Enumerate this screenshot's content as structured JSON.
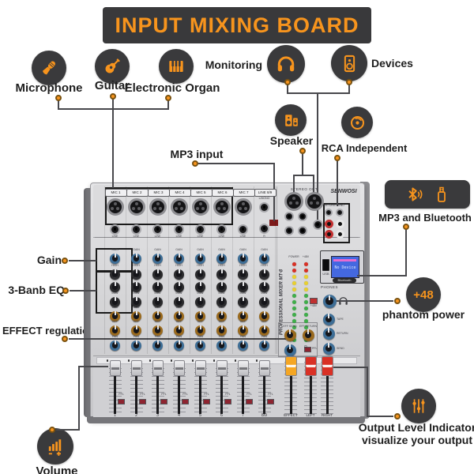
{
  "title": "INPUT MIXING BOARD",
  "colors": {
    "accent": "#F7941D",
    "badge_bg": "#3A3A3C",
    "connector_line": "#48484C",
    "knob_blue": "#3E6E96",
    "knob_black": "#2A2A2C",
    "knob_orange": "#9A6A1E",
    "fader_effect": "#F5A623",
    "fader_main": "#D93025",
    "led_green": "#3FAE4A",
    "led_yellow": "#E8D030",
    "led_red": "#D93025",
    "lcd_bg": "#4468E0",
    "lcd_bar": "#E86AD0"
  },
  "callouts": {
    "microphone": "Microphone",
    "guitar": "Guitar",
    "electronic_organ": "Electronic Organ",
    "monitoring": "Monitoring",
    "devices": "Devices",
    "speaker": "Speaker",
    "rca_independent": "RCA Independent",
    "mp3_input": "MP3 input",
    "mp3_and_bluetooth": "MP3 and Bluetooth",
    "gain": "Gain",
    "three_band_eq": "3-Banb EQ",
    "effect_regulation": "EFFECT regulation",
    "phantom_value": "+48",
    "phantom_label": "phantom power",
    "volume": "Volume",
    "output_level_line1": "Output Level Indicator",
    "output_level_line2": "visualize your output"
  },
  "mixer": {
    "brand": "SENWOSI",
    "model_text": "PROFESSIONAL MIXER MT-8",
    "channel_labels": [
      "MIC 1",
      "MIC 2",
      "MIC 3",
      "MIC 4",
      "MIC 5",
      "MIC 6",
      "MIC 7",
      "LINE 8/9"
    ],
    "line_jack_label": "LINE",
    "line89_labels": [
      "L/MONO",
      "R"
    ],
    "stereo_out": "STEREO OUT",
    "knob_rows": [
      {
        "label": "GAIN",
        "color": "blue"
      },
      {
        "label": "HIGH",
        "color": "black"
      },
      {
        "label": "MID",
        "color": "black"
      },
      {
        "label": "LOW",
        "color": "black"
      },
      {
        "label": "AUX",
        "color": "orange"
      },
      {
        "label": "EFF",
        "color": "orange"
      },
      {
        "label": "PAN",
        "color": "blue"
      }
    ],
    "meter_headers": [
      "POWER",
      "+48V"
    ],
    "meter_channels": [
      "L",
      "R"
    ],
    "phantom_button": "+48V",
    "lcd": {
      "display": "No Device",
      "bluetooth": "Bluetooth",
      "usb": "USB"
    },
    "phones": "PHONES",
    "master_knobs": [
      "TAPE",
      "RETURN",
      "SEND"
    ],
    "eff_knobs": [
      "EFF SEND",
      "EFF RETURN"
    ],
    "pfl": "PFL",
    "rca_section": [
      "RETURN",
      "SEND"
    ],
    "fader_numbers": [
      "1",
      "2",
      "3",
      "4",
      "5",
      "6",
      "7",
      "8/9"
    ],
    "master_faders": [
      "EFFECT",
      "LEFT",
      "RIGHT"
    ]
  }
}
